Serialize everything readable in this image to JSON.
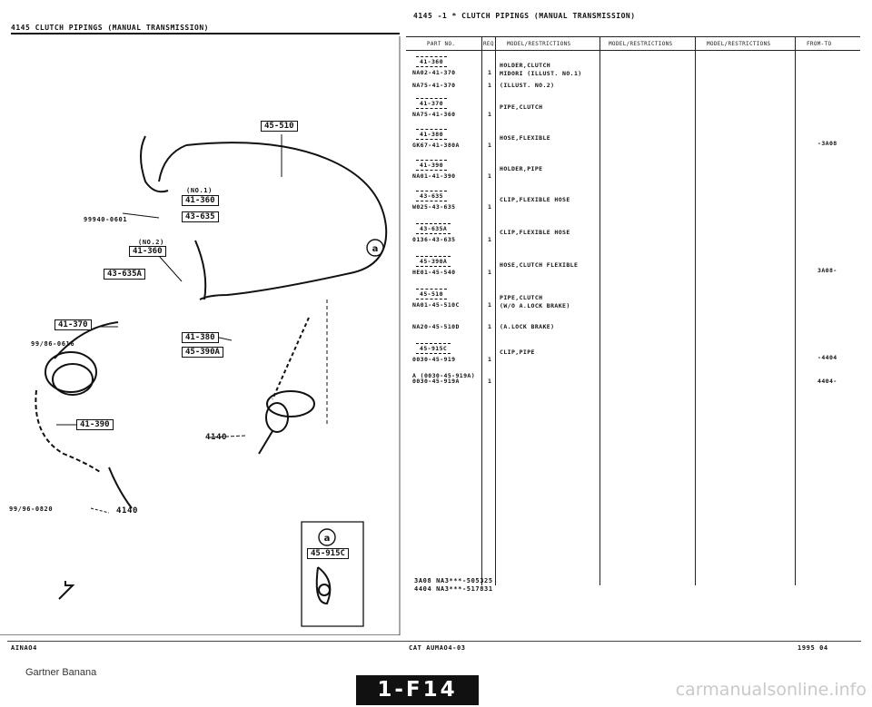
{
  "page": {
    "header_left": "4145  CLUTCH PIPINGS (MANUAL TRANSMISSION)",
    "header_center": "4145 -1 * CLUTCH PIPINGS (MANUAL TRANSMISSION)",
    "footer_left": "AINAO4",
    "footer_center": "CAT  AUMAO4-03",
    "footer_right": "1995  04",
    "page_number": "1-F14",
    "credit": "Gartner Banana",
    "watermark": "carmanualsonline.info"
  },
  "diagram": {
    "callouts": [
      "45-510",
      "41-360",
      "43-635",
      "41-360",
      "43-635A",
      "41-370",
      "41-380",
      "45-390A",
      "41-390",
      "45-915C"
    ],
    "part_labels": [
      "99940-0601",
      "99/86-0616",
      "99/96-0820",
      "4140",
      "4140"
    ],
    "notes": [
      "(NO.1)",
      "(NO.2)",
      "a",
      "a"
    ]
  },
  "table": {
    "columns": [
      "PART NO.",
      "REQ",
      "MODEL/RESTRICTIONS",
      "MODEL/RESTRICTIONS",
      "MODEL/RESTRICTIONS",
      "FROM-TO"
    ],
    "rows": [
      {
        "ref": "41-360",
        "part": "NA02-41-370",
        "qty": "1",
        "desc": "HOLDER,CLUTCH",
        "desc2": "MIDORI (ILLUST. NO.1)",
        "from_to": ""
      },
      {
        "ref": "",
        "part": "NA75-41-370",
        "qty": "1",
        "desc": "(ILLUST. NO.2)",
        "desc2": "",
        "from_to": ""
      },
      {
        "ref": "41-370",
        "part": "NA75-41-360",
        "qty": "1",
        "desc": "PIPE,CLUTCH",
        "desc2": "",
        "from_to": ""
      },
      {
        "ref": "41-380",
        "part": "GK67-41-380A",
        "qty": "1",
        "desc": "HOSE,FLEXIBLE",
        "desc2": "",
        "from_to": "-3A08"
      },
      {
        "ref": "41-390",
        "part": "NA01-41-390",
        "qty": "1",
        "desc": "HOLDER,PIPE",
        "desc2": "",
        "from_to": ""
      },
      {
        "ref": "43-635",
        "part": "W025-43-635",
        "qty": "1",
        "desc": "CLIP,FLEXIBLE HOSE",
        "desc2": "",
        "from_to": ""
      },
      {
        "ref": "43-635A",
        "part": "0136-43-635",
        "qty": "1",
        "desc": "CLIP,FLEXIBLE HOSE",
        "desc2": "",
        "from_to": ""
      },
      {
        "ref": "45-390A",
        "part": "HE01-45-540",
        "qty": "1",
        "desc": "HOSE,CLUTCH FLEXIBLE",
        "desc2": "",
        "from_to": "3A08-"
      },
      {
        "ref": "45-510",
        "part": "NA01-45-510C",
        "qty": "1",
        "desc": "PIPE,CLUTCH",
        "desc2": "(W/O A.LOCK BRAKE)",
        "from_to": ""
      },
      {
        "ref": "",
        "part": "NA20-45-510D",
        "qty": "1",
        "desc": "(A.LOCK BRAKE)",
        "desc2": "",
        "from_to": ""
      },
      {
        "ref": "45-915C",
        "part": "0030-45-919",
        "qty": "1",
        "desc": "CLIP,PIPE",
        "desc2": "",
        "from_to": "-4404"
      },
      {
        "ref": "",
        "part": "A (0030-45-919A)",
        "qty": "",
        "desc": "",
        "desc2": "",
        "from_to": ""
      },
      {
        "ref": "",
        "part": "0030-45-919A",
        "qty": "1",
        "desc": "",
        "desc2": "",
        "from_to": "4404-"
      }
    ],
    "footnotes": [
      "3A08 NA3***-505325",
      "4404 NA3***-517831"
    ]
  }
}
